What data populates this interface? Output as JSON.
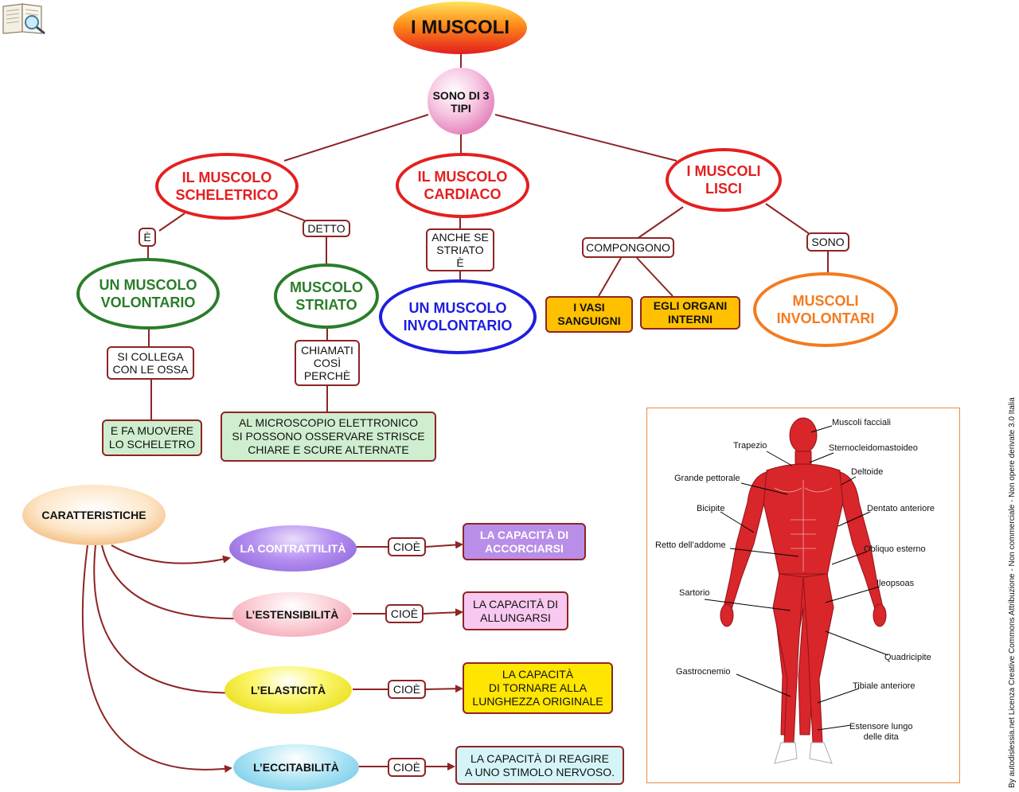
{
  "title": "I MUSCOLI",
  "root_link": "SONO DI 3\nTIPI",
  "types": {
    "skeletal": "IL MUSCOLO\nSCHELETRICO",
    "cardiac": "IL MUSCOLO\nCARDIACO",
    "smooth": "I MUSCOLI\nLISCI"
  },
  "labels": {
    "e": "È",
    "detto": "DETTO",
    "anche_se_striato": "ANCHE SE\nSTRIATO\nÈ",
    "compongono": "COMPONGONO",
    "sono": "SONO",
    "si_collega": "SI COLLEGA\nCON LE OSSA",
    "chiamati": "CHIAMATI\nCOSÌ\nPERCHÈ",
    "cioe": "CIOÈ"
  },
  "nodes": {
    "volontario": "UN MUSCOLO\nVOLONTARIO",
    "striato": "MUSCOLO\nSTRIATO",
    "involontario": "UN MUSCOLO\nINVOLONTARIO",
    "vasi": "I VASI\nSANGUIGNI",
    "organi": "EGLI ORGANI\nINTERNI",
    "involontari": "MUSCOLI\nINVOLONTARI",
    "scheletro": "E FA MUOVERE\nLO SCHELETRO",
    "microscopio": "AL MICROSCOPIO ELETTRONICO\nSI POSSONO OSSERVARE STRISCE\nCHIARE E SCURE ALTERNATE"
  },
  "characteristics": {
    "title": "CARATTERISTICHE",
    "items": [
      {
        "name": "LA CONTRATTILITÀ",
        "desc": "LA CAPACITÀ DI\nACCORCIARSI",
        "color": "#9b6fe0"
      },
      {
        "name": "L’ESTENSIBILITÀ",
        "desc": "LA CAPACITÀ DI\nALLUNGARSI",
        "color": "#f4a0ae"
      },
      {
        "name": "L’ELASTICITÀ",
        "desc": "LA CAPACITÀ\nDI TORNARE ALLA\nLUNGHEZZA ORIGINALE",
        "color": "#f2ec18"
      },
      {
        "name": "L’ECCITABILITÀ",
        "desc": "LA CAPACITÀ DI REAGIRE\nA UNO STIMOLO NERVOSO.",
        "color": "#7fd2ec"
      }
    ]
  },
  "anatomy": {
    "labels": [
      "Muscoli facciali",
      "Trapezio",
      "Sternocleidomastoideo",
      "Deltoide",
      "Grande pettorale",
      "Bicipite",
      "Dentato anteriore",
      "Retto dell’addome",
      "Obliquo esterno",
      "Ileopsoas",
      "Sartorio",
      "Quadricipite",
      "Gastrocnemio",
      "Tibiale anteriore",
      "Estensore lungo\ndelle dita"
    ]
  },
  "license": "By autodislessia.net Licenza Creative Commons Attribuzione - Non commerciale - Non opere derivate 3.0 Italia",
  "colors": {
    "connector": "#8e2424",
    "red": "#e41f1f",
    "green": "#2a7d2a",
    "blue": "#1e1ee0",
    "orange": "#f47a1f",
    "muscle": "#d8262b"
  }
}
